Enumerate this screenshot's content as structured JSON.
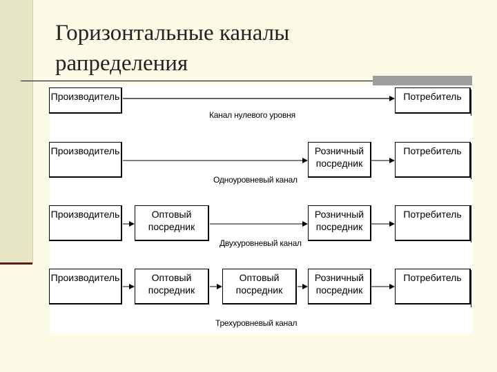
{
  "title": {
    "line1": "Горизонтальные каналы",
    "line2": "рапределения"
  },
  "diagram": {
    "rows": [
      {
        "boxes": [
          {
            "label": [
              "Производитель"
            ]
          },
          {
            "label": [
              "Потребитель"
            ]
          }
        ],
        "caption": "Канал нулевого уровня"
      },
      {
        "boxes": [
          {
            "label": [
              "Производитель"
            ]
          },
          {
            "label": [
              "Розничный",
              "посредник"
            ]
          },
          {
            "label": [
              "Потребитель"
            ]
          }
        ],
        "caption": "Одноуровневый канал"
      },
      {
        "boxes": [
          {
            "label": [
              "Производитель"
            ]
          },
          {
            "label": [
              "Оптовый",
              "посредник"
            ]
          },
          {
            "label": [
              "Розничный",
              "посредник"
            ]
          },
          {
            "label": [
              "Потребитель"
            ]
          }
        ],
        "caption": "Двухуровневый канал"
      },
      {
        "boxes": [
          {
            "label": [
              "Производитель"
            ]
          },
          {
            "label": [
              "Оптовый",
              "посредник"
            ]
          },
          {
            "label": [
              "Оптовый",
              "посредник"
            ]
          },
          {
            "label": [
              "Розничный",
              "посредник"
            ]
          },
          {
            "label": [
              "Потребитель"
            ]
          }
        ],
        "caption": "Трехуровневый канал"
      }
    ]
  }
}
